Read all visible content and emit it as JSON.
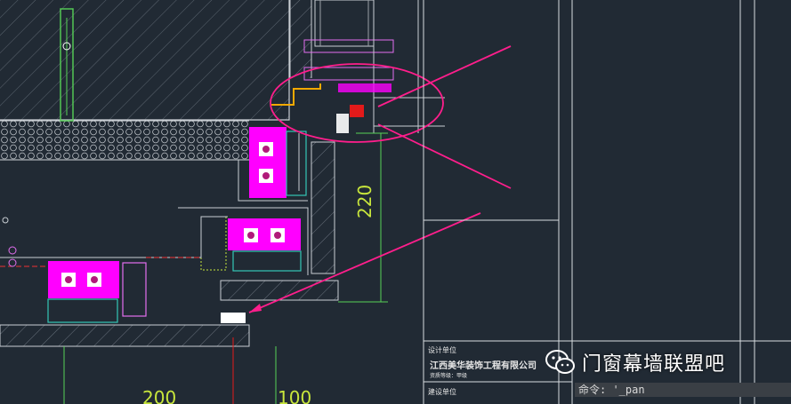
{
  "drawing": {
    "dimensions": {
      "vertical": "220",
      "horizontal_left": "200",
      "horizontal_right": "100"
    },
    "title_block": {
      "design_unit_label": "设计单位",
      "company_name": "江西美华装饰工程有限公司",
      "company_sub": "资质等级：甲级",
      "construction_unit_label": "建设单位"
    }
  },
  "watermark": {
    "icon": "wechat-icon",
    "text": "门窗幕墙联盟吧"
  },
  "command_line": {
    "prompt": "命令: '_pan"
  },
  "colors": {
    "background": "#212a34",
    "annotation": "#ff1e8c",
    "dimension": "#c8e63c",
    "magenta": "#ff00ff"
  }
}
